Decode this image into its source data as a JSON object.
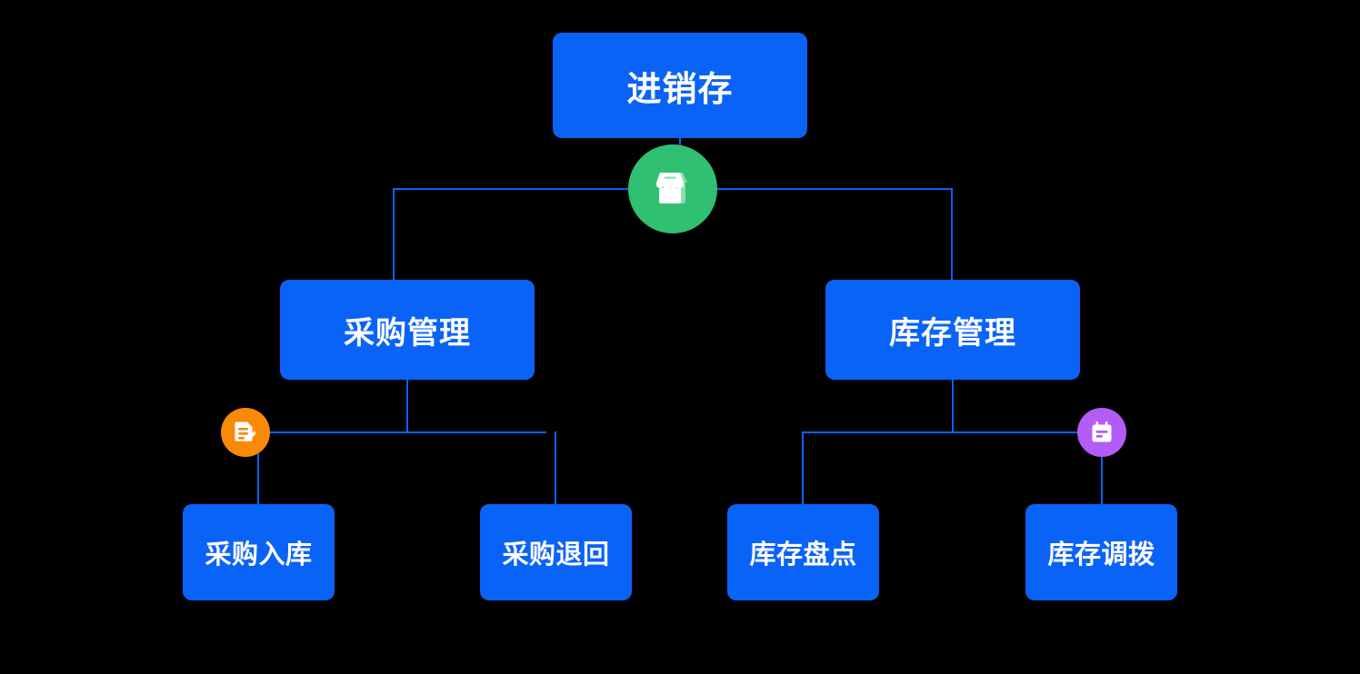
{
  "diagram": {
    "type": "org-chart",
    "title": "进销存",
    "background_color": "#000000",
    "node_color": "#0A63F7",
    "line_color": "#0A63F7",
    "text_color": "#FFFFFF",
    "levels": [
      {
        "level": 1,
        "nodes": [
          {
            "id": "root",
            "label": "进销存"
          }
        ]
      },
      {
        "level": 2,
        "nodes": [
          {
            "id": "purchase",
            "label": "采购管理"
          },
          {
            "id": "stock",
            "label": "库存管理"
          }
        ]
      },
      {
        "level": 3,
        "nodes": [
          {
            "id": "leaf-a",
            "label": "采购入库",
            "parent": "purchase"
          },
          {
            "id": "leaf-b",
            "label": "采购退回",
            "parent": "purchase"
          },
          {
            "id": "leaf-c",
            "label": "库存盘点",
            "parent": "stock"
          },
          {
            "id": "leaf-d",
            "label": "库存调拨",
            "parent": "stock"
          }
        ]
      }
    ],
    "badges": [
      {
        "id": "store",
        "icon": "store-icon",
        "color": "#2FC071",
        "attached_to": "root"
      },
      {
        "id": "doc",
        "icon": "document-edit-icon",
        "color": "#F98A08",
        "attached_to": "purchase"
      },
      {
        "id": "note",
        "icon": "note-icon",
        "color": "#B45CF8",
        "attached_to": "stock"
      }
    ]
  }
}
